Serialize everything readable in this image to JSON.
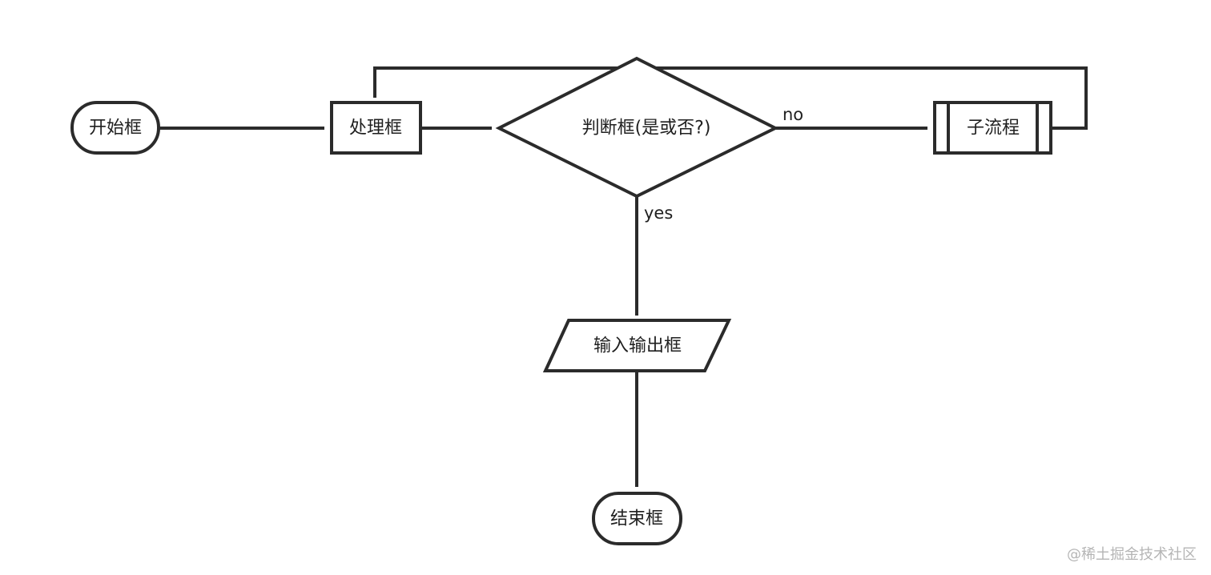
{
  "nodes": {
    "start": "开始框",
    "process": "处理框",
    "decision": "判断框(是或否?)",
    "subprocess": "子流程",
    "io": "输入输出框",
    "end": "结束框"
  },
  "edges": {
    "no_label": "no",
    "yes_label": "yes"
  },
  "watermark": "@稀土掘金技术社区",
  "colors": {
    "stroke": "#2b2b2b",
    "background": "#ffffff",
    "watermark": "#b5b5b5"
  }
}
